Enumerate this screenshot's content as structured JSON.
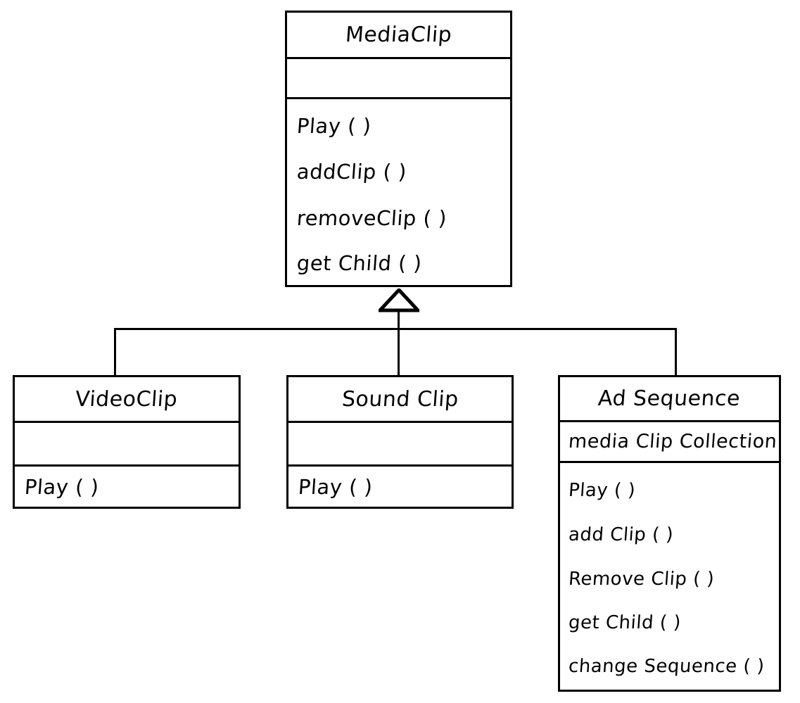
{
  "diagram": {
    "type": "uml-class-diagram",
    "style": "hand-drawn",
    "ink_color": "#000000",
    "background_color": "#ffffff",
    "relationship": "generalization",
    "parent": "MediaClip",
    "children": [
      "VideoClip",
      "SoundClip",
      "AdSequence"
    ]
  },
  "classes": {
    "mediaclip": {
      "name": "MediaClip",
      "attributes": [],
      "methods": [
        "Play ( )",
        "addClip ( )",
        "removeClip ( )",
        "get Child ( )"
      ]
    },
    "videoclip": {
      "name": "VideoClip",
      "attributes": [],
      "methods": [
        "Play ( )"
      ]
    },
    "soundclip": {
      "name": "Sound Clip",
      "attributes": [],
      "methods": [
        "Play ( )"
      ]
    },
    "adsequence": {
      "name": "Ad Sequence",
      "attributes": [
        "media Clip Collection"
      ],
      "methods": [
        "Play ( )",
        "add Clip ( )",
        "Remove Clip ( )",
        "get Child ( )",
        "change Sequence ( )"
      ]
    }
  }
}
